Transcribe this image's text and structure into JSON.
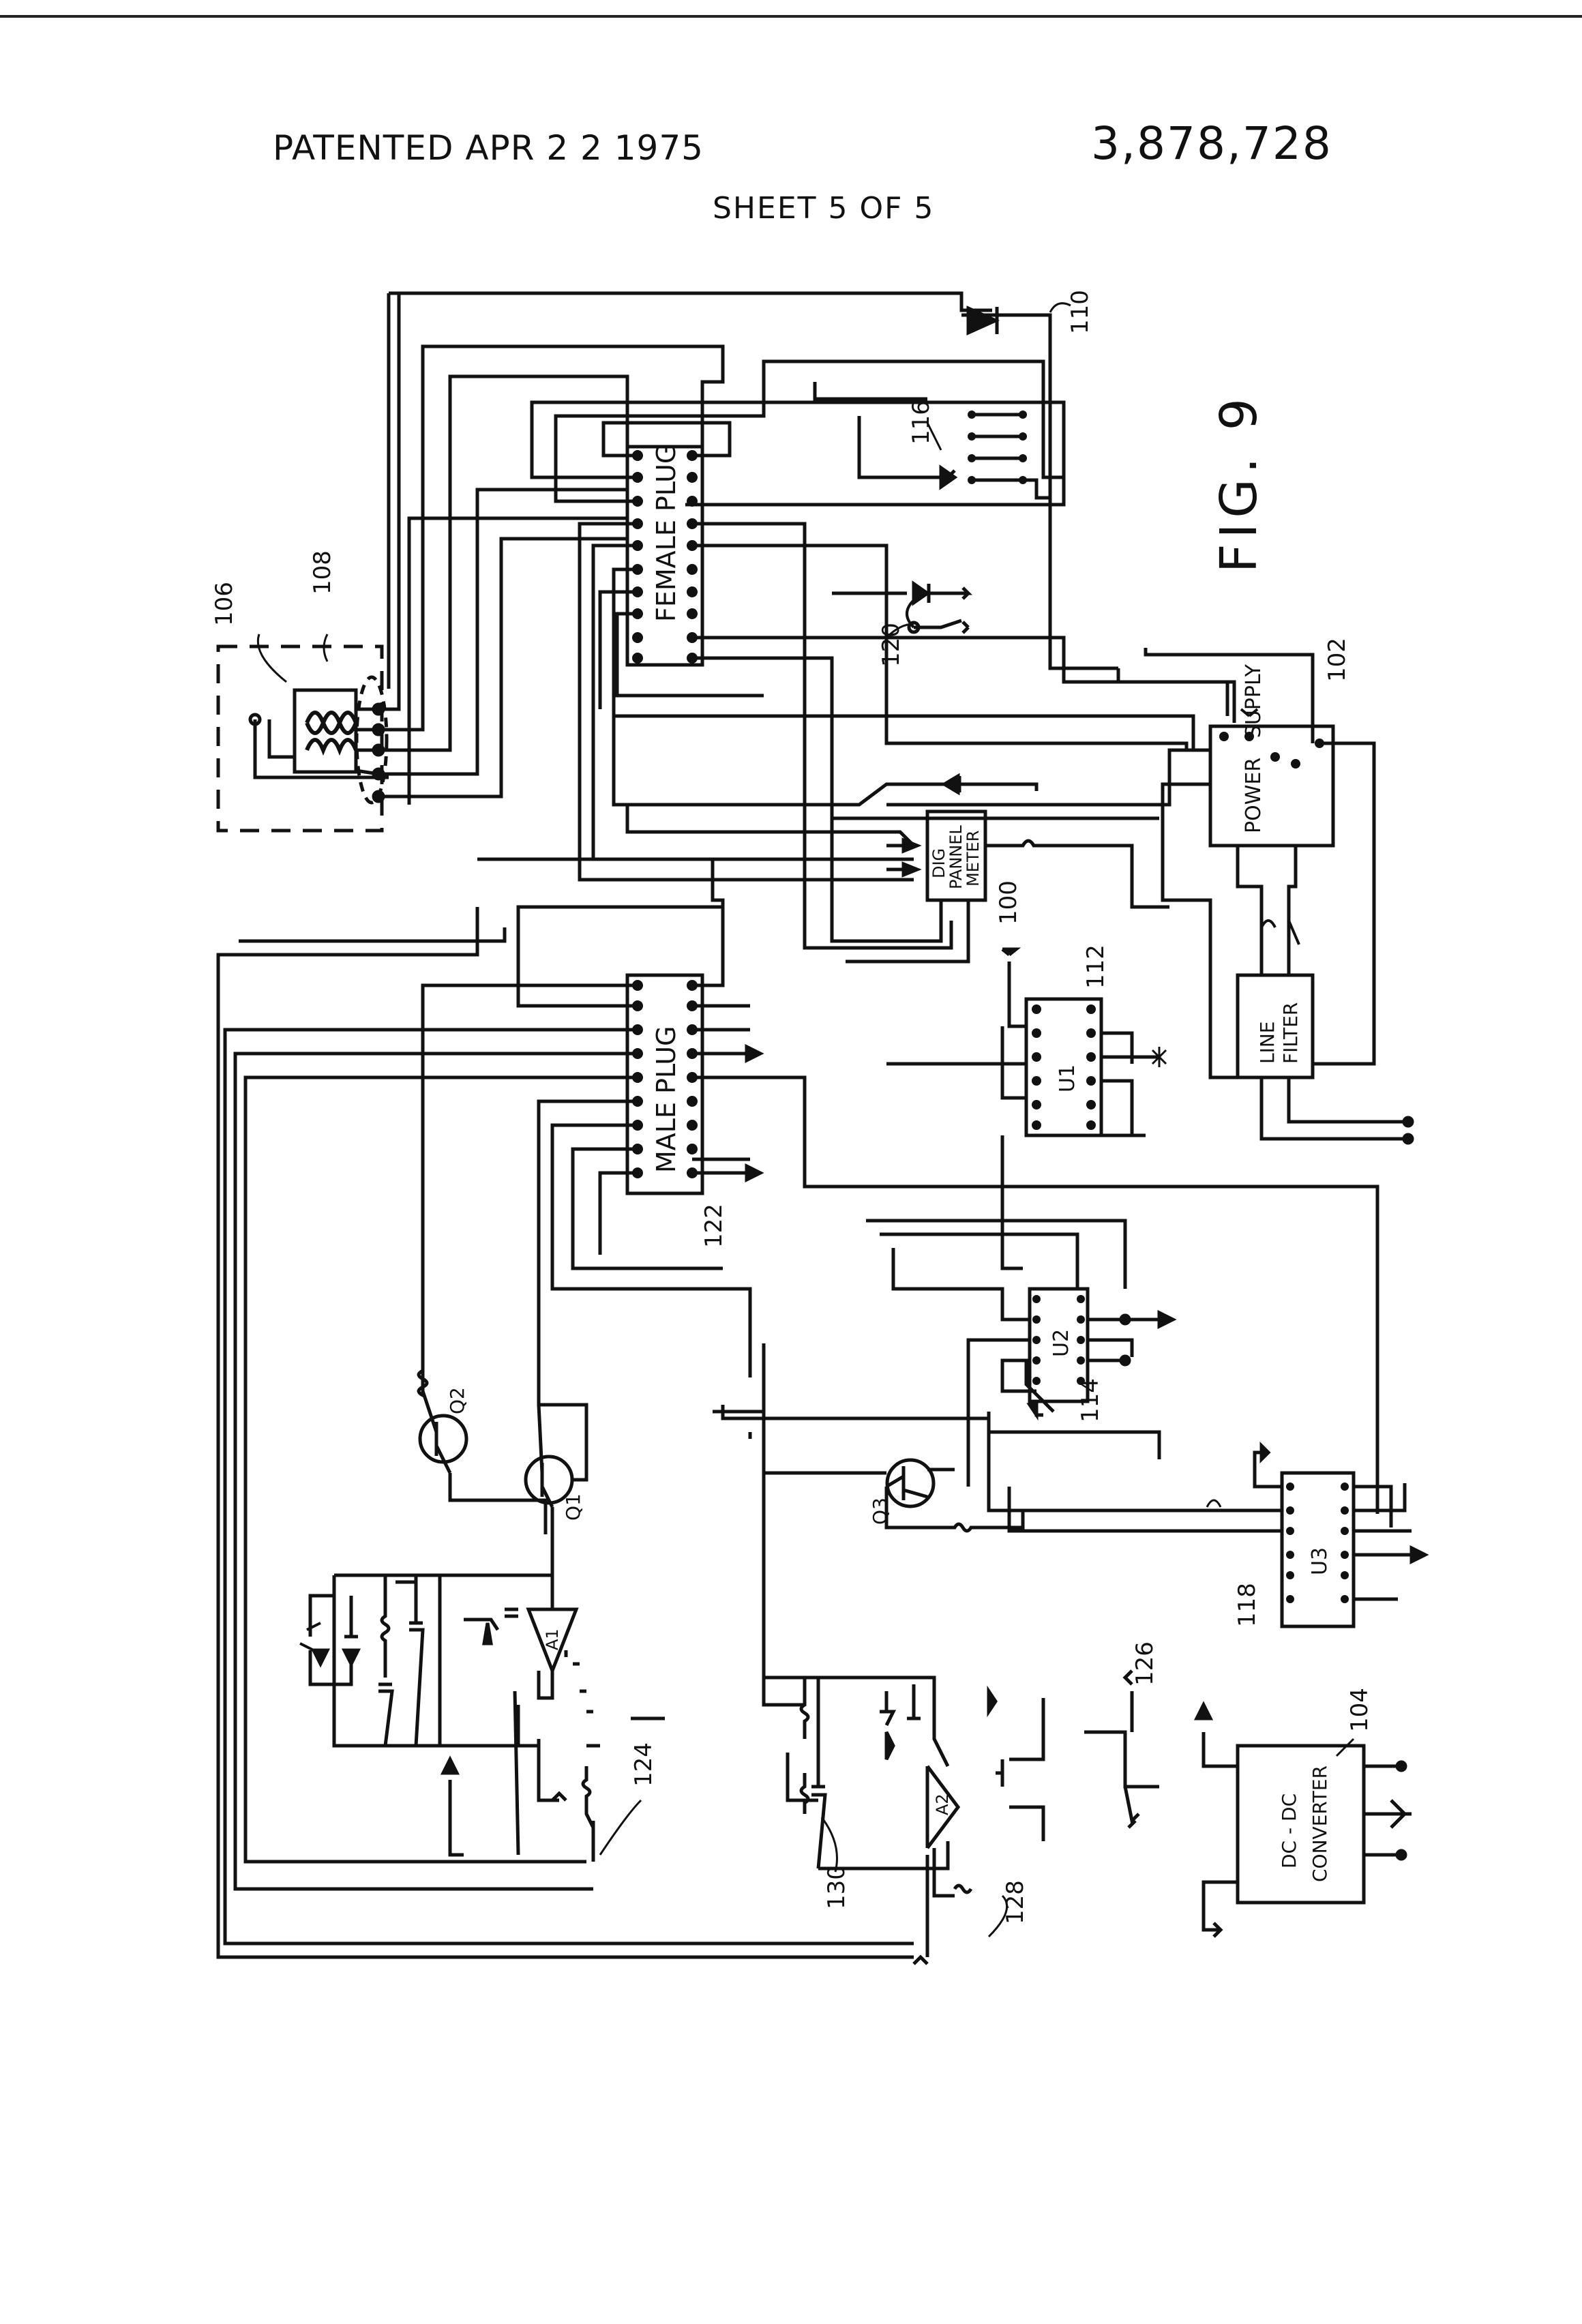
{
  "header": {
    "patented": "PATENTED APR 2 2 1975",
    "patent_number": "3,878,728",
    "sheet": "SHEET 5 OF 5"
  },
  "figure": {
    "label": "FIG. 9"
  },
  "components": {
    "female_plug": "FEMALE  PLUG",
    "male_plug": "MALE  PLUG",
    "power_supply": "POWER   SUPPLY",
    "dig_meter_1": "DIG",
    "dig_meter_2": "PANNEL",
    "dig_meter_3": "METER",
    "line_filter_1": "LINE",
    "line_filter_2": "FILTER",
    "dcdc_1": "DC - DC",
    "dcdc_2": "CONVERTER",
    "u1": "U1",
    "u2": "U2",
    "u3": "U3",
    "a1": "A1",
    "a2": "A2",
    "q1": "Q1",
    "q2": "Q2",
    "q3": "Q3"
  },
  "refs": {
    "r100": "100",
    "r102": "102",
    "r104": "104",
    "r106": "106",
    "r108": "108",
    "r110": "110",
    "r112": "112",
    "r114": "114",
    "r116": "116",
    "r118": "118",
    "r120": "120",
    "r122": "122",
    "r124": "124",
    "r126": "126",
    "r128": "128",
    "r130": "130"
  }
}
